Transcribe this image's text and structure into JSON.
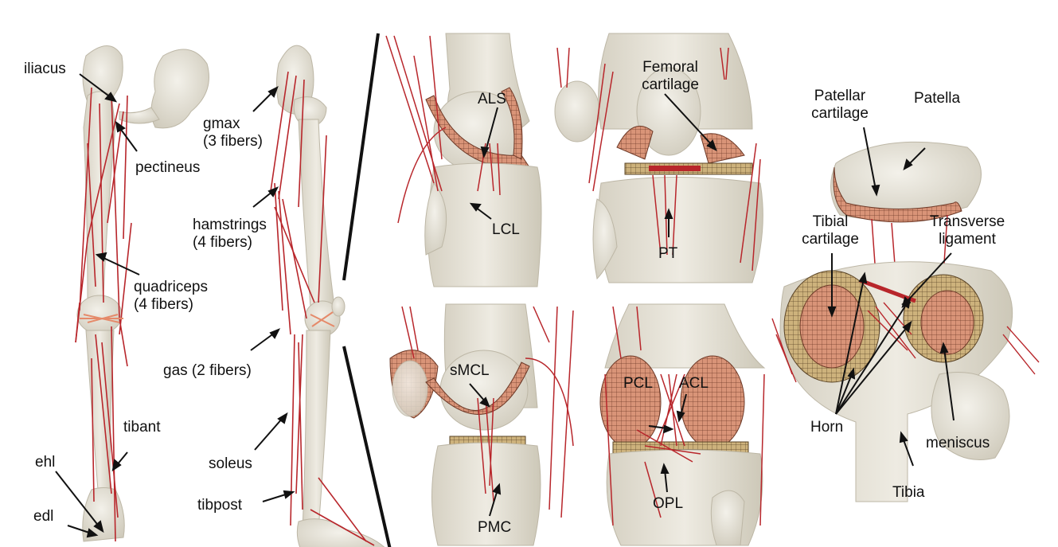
{
  "colors": {
    "bone": "#e9e6dc",
    "bone_shade": "#cfcabb",
    "muscle": "#b8262b",
    "cartilage_mesh": "#c8826a",
    "cartilage_dark": "#8a5a3c",
    "meniscus": "#c9b27a",
    "divider": "#111111",
    "text": "#111111"
  },
  "panels": [
    {
      "id": "full-leg-front",
      "view": "anterior full leg with muscle fibers"
    },
    {
      "id": "full-leg-side",
      "view": "lateral full leg with muscle fibers"
    },
    {
      "id": "knee-lateral",
      "view": "knee lateral view"
    },
    {
      "id": "knee-anterior",
      "view": "knee anterior view"
    },
    {
      "id": "knee-medial",
      "view": "knee medial view"
    },
    {
      "id": "knee-posterior",
      "view": "knee posterior view"
    },
    {
      "id": "tibial-plateau",
      "view": "exploded patella and tibial plateau"
    }
  ],
  "labels": {
    "iliacus": "iliacus",
    "pectineus": "pectineus",
    "quadriceps": [
      "quadriceps",
      "(4 fibers)"
    ],
    "tibant": "tibant",
    "ehl": "ehl",
    "edl": "edl",
    "gmax": [
      "gmax",
      "(3 fibers)"
    ],
    "hamstrings": [
      "hamstrings",
      "(4 fibers)"
    ],
    "gas": "gas (2 fibers)",
    "soleus": "soleus",
    "tibpost": "tibpost",
    "als": "ALS",
    "lcl": "LCL",
    "femoral_cartilage": [
      "Femoral",
      "cartilage"
    ],
    "pt": "PT",
    "smcl": "sMCL",
    "pmc": "PMC",
    "pcl": "PCL",
    "acl": "ACL",
    "opl": "OPL",
    "patellar_cartilage": [
      "Patellar",
      "cartilage"
    ],
    "patella": "Patella",
    "tibial_cartilage": [
      "Tibial",
      "cartilage"
    ],
    "transverse_ligament": [
      "Transverse",
      "ligament"
    ],
    "horn": "Horn",
    "meniscus": "meniscus",
    "tibia": "Tibia"
  }
}
